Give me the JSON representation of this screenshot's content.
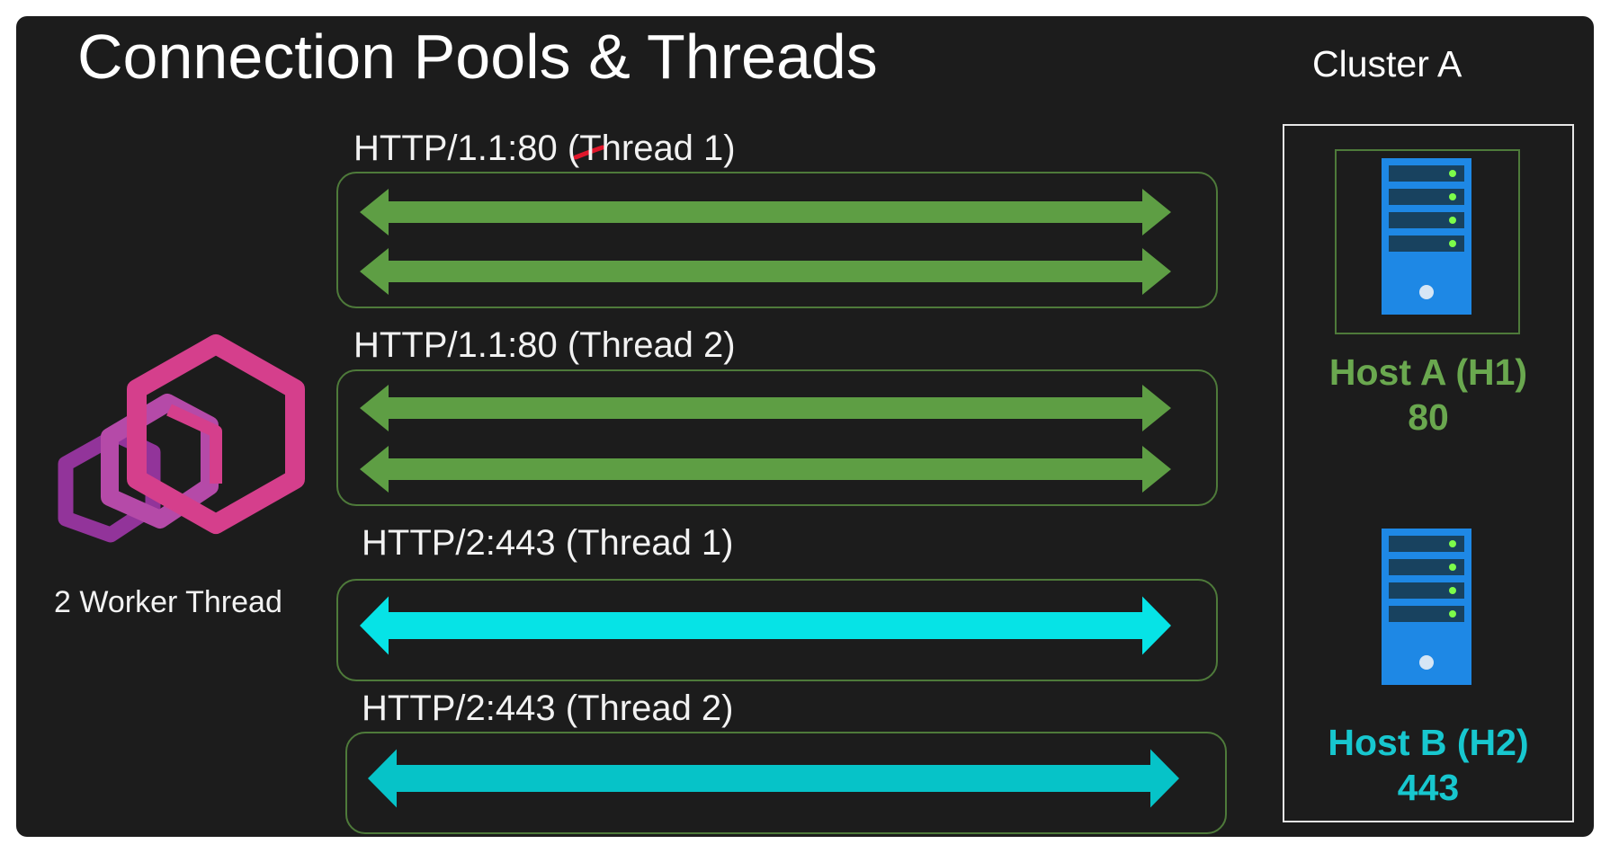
{
  "title": "Connection Pools & Threads",
  "cluster": {
    "title": "Cluster A"
  },
  "worker_label": "2 Worker Thread",
  "pools": [
    {
      "label": "HTTP/1.1:80 (Thread 1)",
      "protocol": "http1",
      "connections": 2
    },
    {
      "label": "HTTP/1.1:80 (Thread 2)",
      "protocol": "http1",
      "connections": 2
    },
    {
      "label": "HTTP/2:443 (Thread 1)",
      "protocol": "http2",
      "connections": 1
    },
    {
      "label": "HTTP/2:443 (Thread 2)",
      "protocol": "http2",
      "connections": 1
    }
  ],
  "hosts": [
    {
      "name": "Host A (H1)",
      "port": "80",
      "color": "#6aa84f"
    },
    {
      "name": "Host B (H2)",
      "port": "443",
      "color": "#17c7cf"
    }
  ],
  "colors": {
    "http1_arrow": "#5e9e44",
    "http2_arrow_light": "#06e3e6",
    "http2_arrow_dark": "#06c3c8",
    "pool_border": "#4e7a3a",
    "server": "#1e88e5",
    "logo_front": "#d53f8c",
    "logo_middle": "#b54aa8",
    "logo_back": "#92349a"
  },
  "icons": {
    "logo": "envoy-logo-icon",
    "server": "server-icon"
  }
}
